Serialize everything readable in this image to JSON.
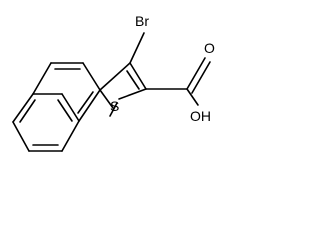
{
  "structure": {
    "atom_labels": {
      "bromine": "Br",
      "sulfur": "S",
      "hydroxyl": "OH",
      "carbonyl_oxygen": "O"
    }
  },
  "colors": {
    "bond": "#000000",
    "label": "#000000",
    "background": "#ffffff"
  }
}
